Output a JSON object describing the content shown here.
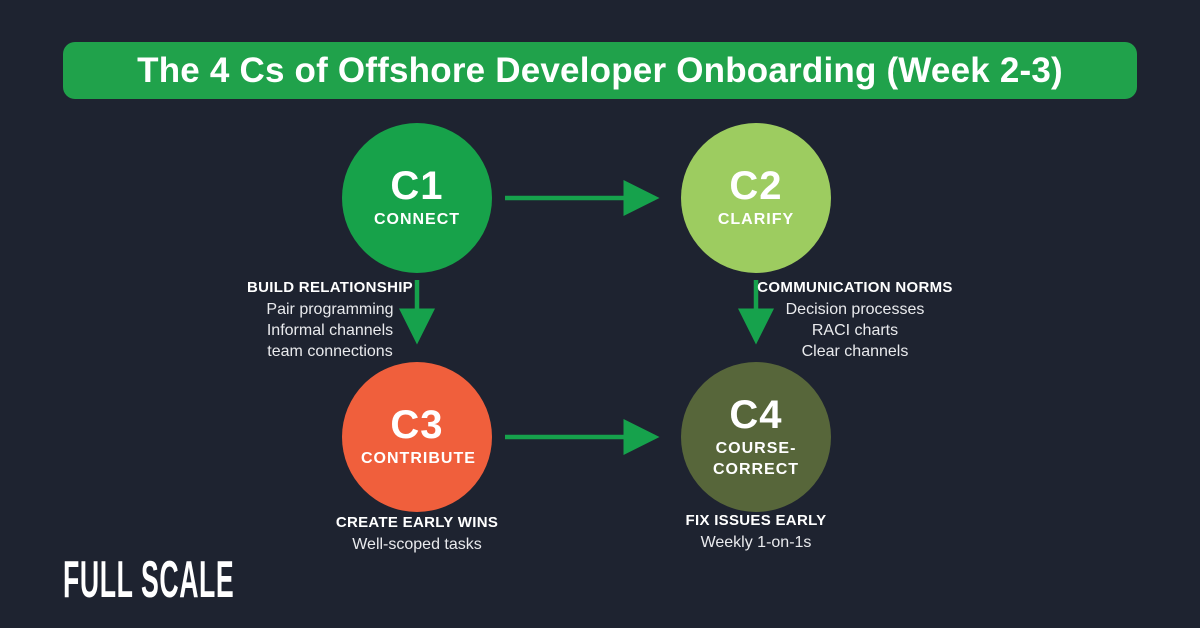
{
  "title": "The 4 Cs of Offshore Developer Onboarding (Week 2-3)",
  "colors": {
    "background": "#1e2330",
    "banner_green": "#20a24b",
    "arrow_green": "#16a24c",
    "c1_green": "#17a24a",
    "c2_light_green": "#9dcc60",
    "c3_orange": "#f05f3c",
    "c4_olive": "#57663a"
  },
  "nodes": [
    {
      "id": "C1",
      "label": "CONNECT",
      "color": "#17a24a",
      "note_heading": "BUILD RELATIONSHIP",
      "note_lines": [
        "Pair programming",
        "Informal channels",
        "team connections"
      ]
    },
    {
      "id": "C2",
      "label": "CLARIFY",
      "color": "#9dcc60",
      "note_heading": "COMMUNICATION NORMS",
      "note_lines": [
        "Decision processes",
        "RACI charts",
        "Clear channels"
      ]
    },
    {
      "id": "C3",
      "label": "CONTRIBUTE",
      "color": "#f05f3c",
      "note_heading": "CREATE EARLY WINS",
      "note_lines": [
        "Well-scoped tasks"
      ]
    },
    {
      "id": "C4",
      "label": "COURSE-CORRECT",
      "color": "#57663a",
      "note_heading": "FIX ISSUES EARLY",
      "note_lines": [
        "Weekly 1-on-1s"
      ]
    }
  ],
  "logo_text": "FULL SCALE"
}
